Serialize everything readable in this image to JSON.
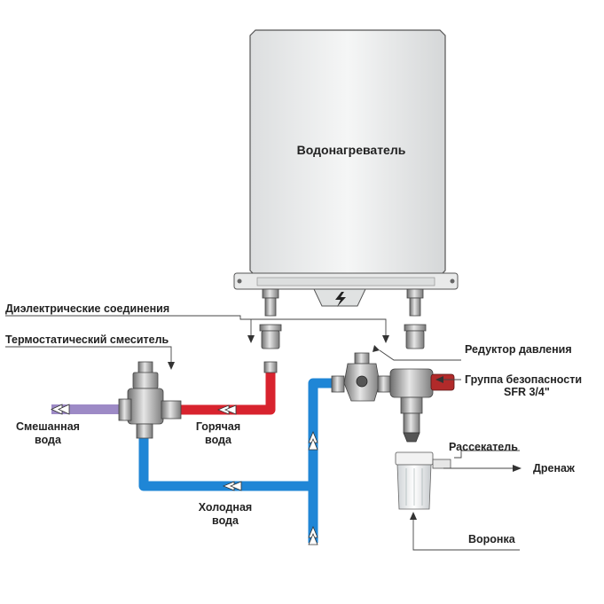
{
  "heater": {
    "label": "Водонагреватель"
  },
  "labels": {
    "dielectric": "Диэлектрические соединения",
    "thermostatic": "Термостатический смеситель",
    "pressure_reducer": "Редуктор давления",
    "safety_group_line1": "Группа безопасности",
    "safety_group_line2": "SFR 3/4\"",
    "splitter": "Рассекатель",
    "drain": "Дренаж",
    "funnel": "Воронка",
    "mixed_line1": "Смешанная",
    "mixed_line2": "вода",
    "hot_line1": "Горячая",
    "hot_line2": "вода",
    "cold_line1": "Холодная",
    "cold_line2": "вода"
  },
  "colors": {
    "hot_pipe": "#d8232e",
    "cold_pipe": "#1f86d6",
    "mixed_pipe": "#9d8ac6",
    "heater_body": "#f1f2f2",
    "fitting_metal": "#9a9a9a",
    "valve_red": "#b12a2a"
  }
}
